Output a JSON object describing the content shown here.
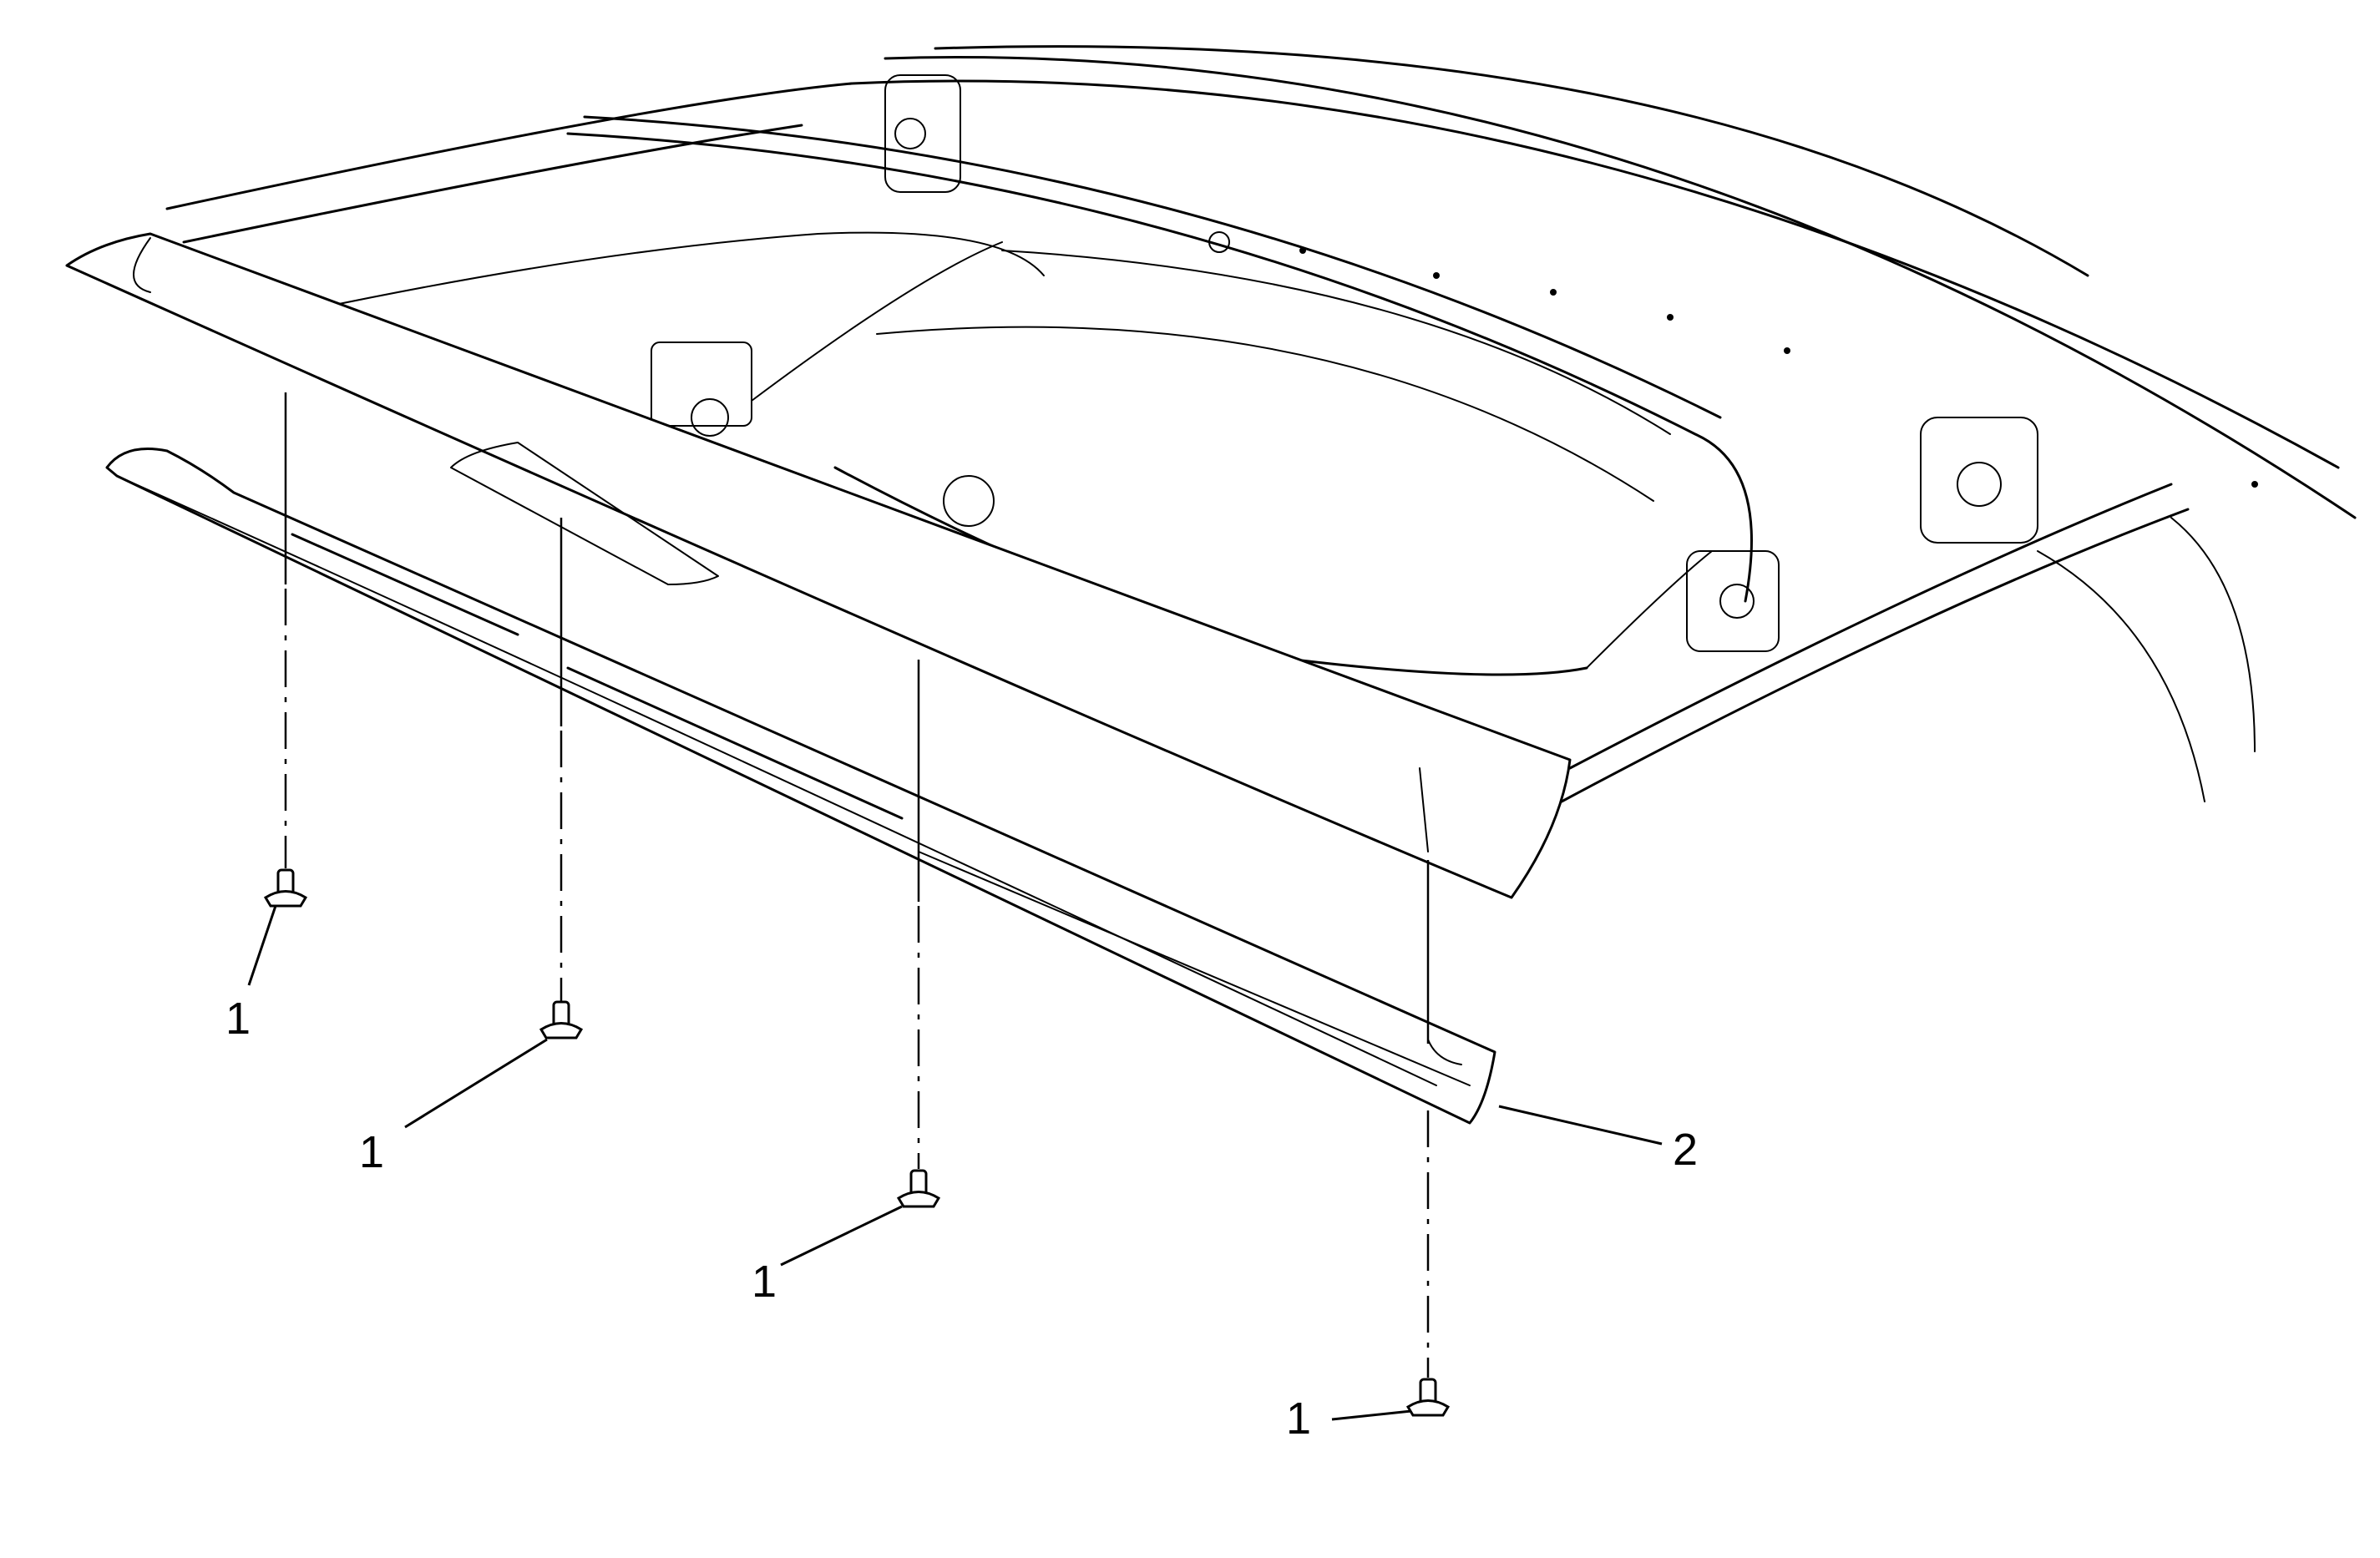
{
  "callouts": {
    "fastener_1a": "1",
    "fastener_1b": "1",
    "fastener_1c": "1",
    "fastener_1d": "1",
    "trim_panel": "2"
  }
}
